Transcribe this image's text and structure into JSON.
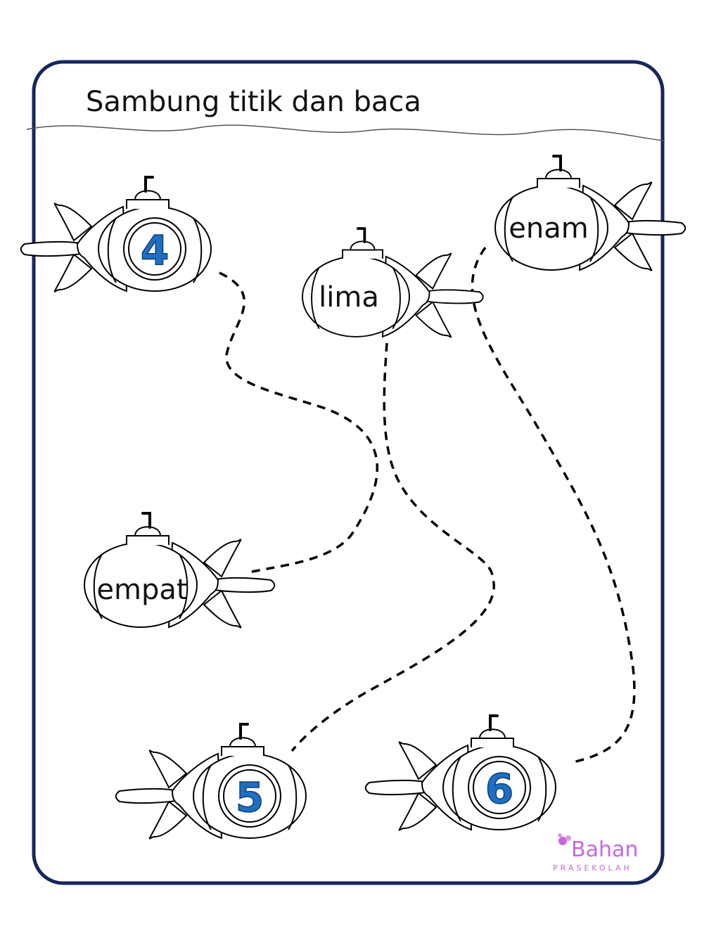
{
  "worksheet": {
    "title": "Sambung titik dan baca",
    "frame_color": "#16275e",
    "number_color": "#1e6fc2",
    "logo": {
      "main": "Bahan",
      "sub": "PRASEKOLAH",
      "color": "#c46ad8"
    }
  },
  "submarines": {
    "top_left": {
      "kind": "number",
      "text": "4",
      "facing": "right"
    },
    "top_middle": {
      "kind": "word",
      "text": "lima",
      "facing": "left"
    },
    "top_right": {
      "kind": "word",
      "text": "enam",
      "facing": "left"
    },
    "middle_left": {
      "kind": "word",
      "text": "empat",
      "facing": "left"
    },
    "bottom_middle": {
      "kind": "number",
      "text": "5",
      "facing": "right"
    },
    "bottom_right": {
      "kind": "number",
      "text": "6",
      "facing": "right"
    }
  },
  "connections": [
    {
      "from": "4",
      "to": "empat"
    },
    {
      "from": "lima",
      "to": "5"
    },
    {
      "from": "enam",
      "to": "6"
    }
  ]
}
